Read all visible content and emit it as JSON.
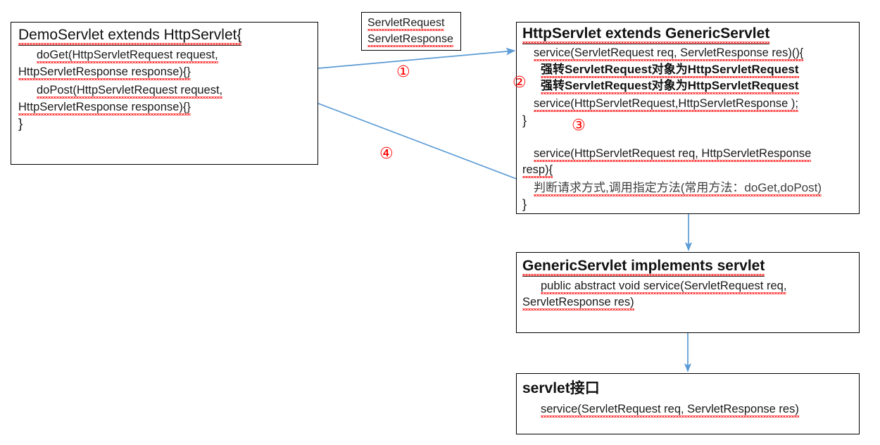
{
  "diagram": {
    "title": "Servlet inheritance flow diagram",
    "accent_arrow_color": "#5b9bd5",
    "marker_color": "#ff0000",
    "box_border_color": "#000000",
    "spellcheck_underline_color": "#ff2d2d"
  },
  "boxes": {
    "demo_servlet": {
      "header": "DemoServlet  extends HttpServlet{",
      "lines": [
        "doGet(HttpServletRequest request,",
        "HttpServletResponse response){}",
        "doPost(HttpServletRequest request,",
        "HttpServletResponse response){}",
        "}"
      ]
    },
    "servlet_types": {
      "lines": [
        "ServletRequest",
        "ServletResponse"
      ]
    },
    "http_servlet": {
      "header": "HttpServlet extends GenericServlet",
      "line1": "service(ServletRequest req, ServletResponse res)(){",
      "cn_line1": "强转ServletRequest对象为HttpServletRequest",
      "cn_line2": "强转ServletRequest对象为HttpServletRequest",
      "line2": "service(HttpServletRequest,HttpServletResponse );",
      "close1": "}",
      "line3": "service(HttpServletRequest req, HttpServletResponse",
      "line4": "resp){",
      "cn_line3": "判断请求方式,调用指定方法(常用方法：doGet,doPost)",
      "close2": "}"
    },
    "generic_servlet": {
      "header": "GenericServlet  implements  servlet",
      "line1": "public abstract void service(ServletRequest req,",
      "line2": "ServletResponse res)"
    },
    "servlet_interface": {
      "header": "servlet接口",
      "line1": "service(ServletRequest req, ServletResponse res)"
    }
  },
  "markers": [
    {
      "id": "marker-1",
      "label": "①"
    },
    {
      "id": "marker-2",
      "label": "②"
    },
    {
      "id": "marker-3",
      "label": "③"
    },
    {
      "id": "marker-4",
      "label": "④"
    }
  ]
}
